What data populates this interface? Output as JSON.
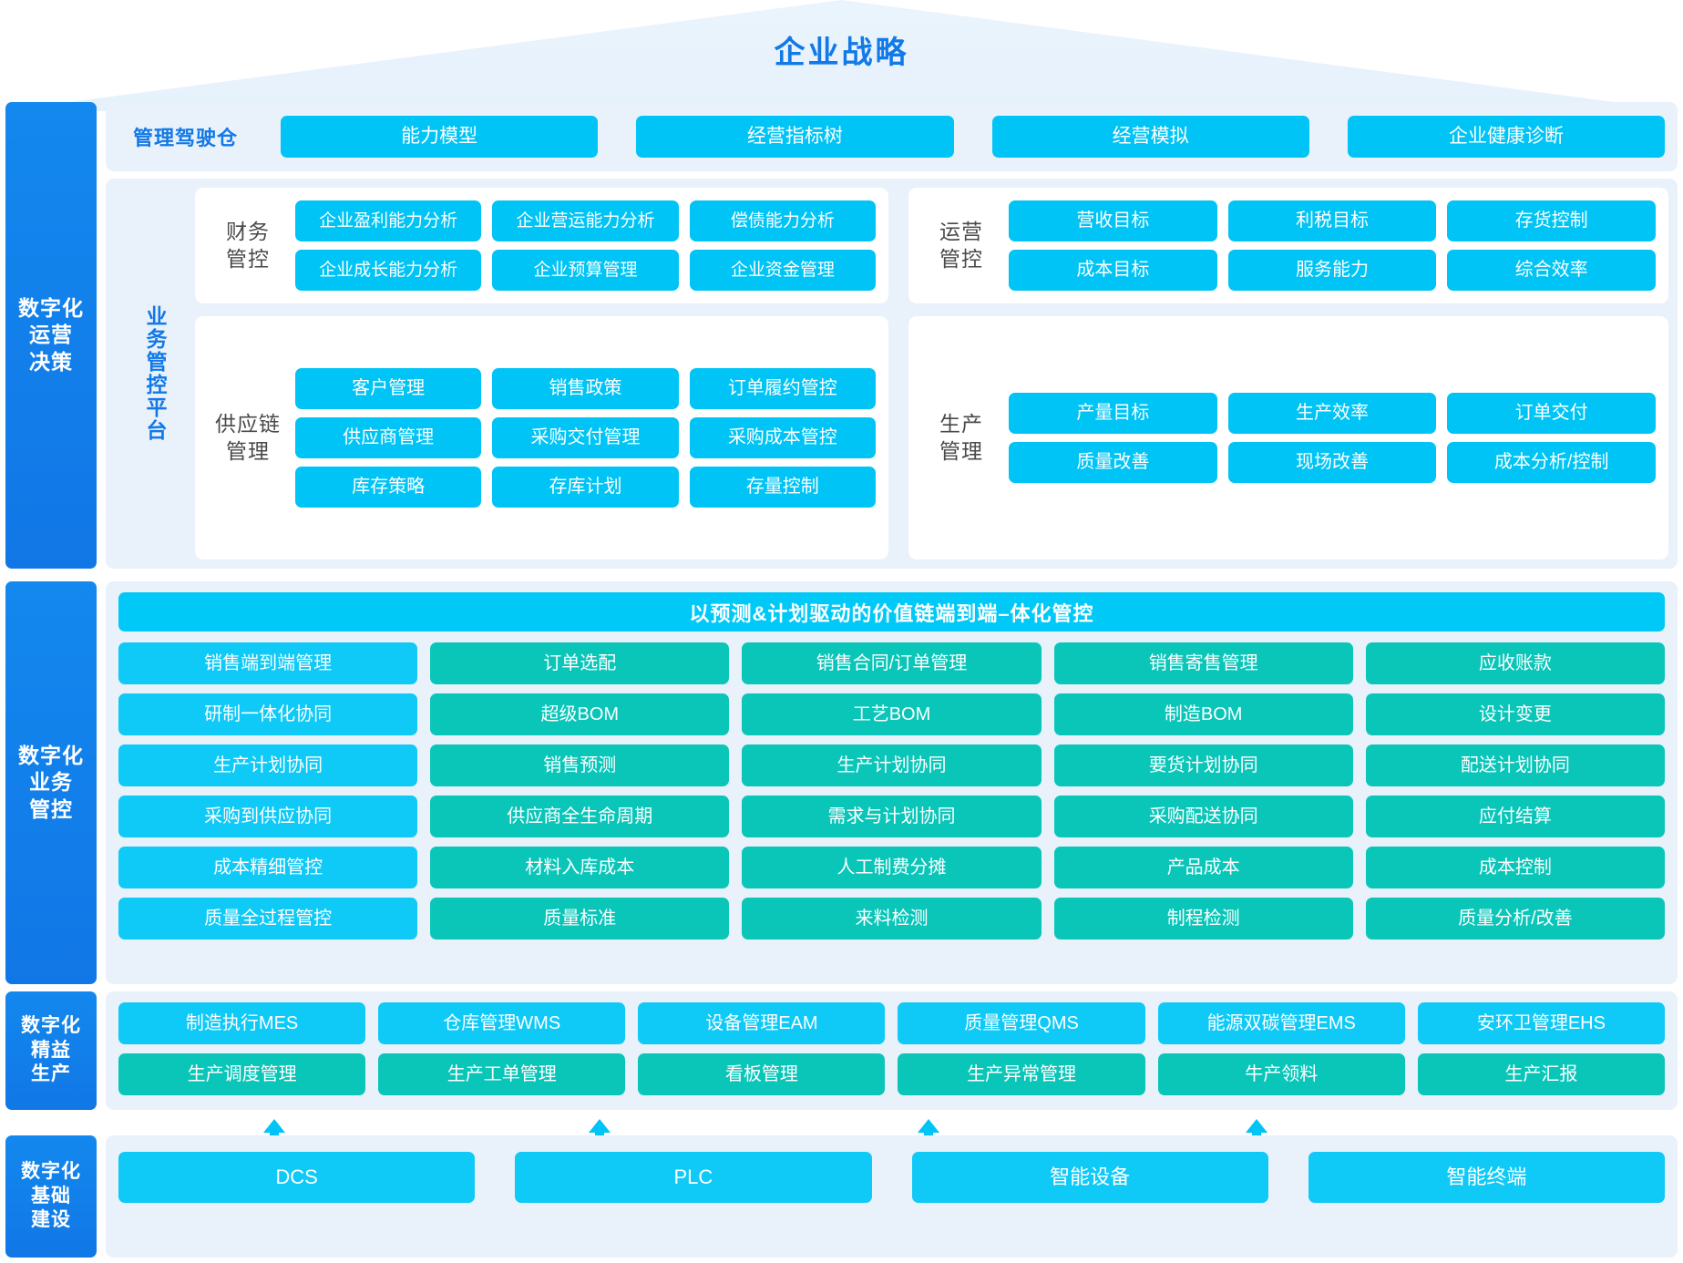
{
  "roof": {
    "title": "企业战略"
  },
  "rails": [
    {
      "name": "digital-operations-decision",
      "lines": [
        "数字化",
        "运营",
        "决策"
      ]
    },
    {
      "name": "digital-business-control",
      "lines": [
        "数字化",
        "业务",
        "管控"
      ]
    },
    {
      "name": "digital-lean-production",
      "lines": [
        "数字化",
        "精益",
        "生产"
      ]
    },
    {
      "name": "digital-infrastructure",
      "lines": [
        "数字化",
        "基础",
        "建设"
      ]
    }
  ],
  "cockpit": {
    "label": "管理驾驶仓",
    "items": [
      "能力模型",
      "经营指标树",
      "经营模拟",
      "企业健康诊断"
    ]
  },
  "business_control_platform": {
    "vertical_label": "业务管控平台",
    "panels": [
      {
        "label": "财务\n管控",
        "label_lines": [
          "财务",
          "管控"
        ],
        "rows": [
          [
            "企业盈利能力分析",
            "企业营运能力分析",
            "偿债能力分析"
          ],
          [
            "企业成长能力分析",
            "企业预算管理",
            "企业资金管理"
          ]
        ]
      },
      {
        "label_lines": [
          "运营",
          "管控"
        ],
        "rows": [
          [
            "营收目标",
            "利税目标",
            "存货控制"
          ],
          [
            "成本目标",
            "服务能力",
            "综合效率"
          ]
        ]
      },
      {
        "label_lines": [
          "供应链",
          "管理"
        ],
        "rows": [
          [
            "客户管理",
            "销售政策",
            "订单履约管控"
          ],
          [
            "供应商管理",
            "采购交付管理",
            "采购成本管控"
          ],
          [
            "库存策略",
            "存库计划",
            "存量控制"
          ]
        ]
      },
      {
        "label_lines": [
          "生产",
          "管理"
        ],
        "rows": [
          [
            "产量目标",
            "生产效率",
            "订单交付"
          ],
          [
            "质量改善",
            "现场改善",
            "成本分析/控制"
          ]
        ]
      }
    ]
  },
  "digital_business_control": {
    "banner": "以预测&计划驱动的价值链端到端–体化管控",
    "matrix": [
      [
        "销售端到端管理",
        "订单选配",
        "销售合同/订单管理",
        "销售寄售管理",
        "应收账款"
      ],
      [
        "研制一体化协同",
        "超级BOM",
        "工艺BOM",
        "制造BOM",
        "设计变更"
      ],
      [
        "生产计划协同",
        "销售预测",
        "生产计划协同",
        "要货计划协同",
        "配送计划协同"
      ],
      [
        "采购到供应协同",
        "供应商全生命周期",
        "需求与计划协同",
        "采购配送协同",
        "应付结算"
      ],
      [
        "成本精细管控",
        "材料入库成本",
        "人工制费分摊",
        "产品成本",
        "成本控制"
      ],
      [
        "质量全过程管控",
        "质量标准",
        "来料检测",
        "制程检测",
        "质量分析/改善"
      ]
    ]
  },
  "lean_production": {
    "rows": [
      [
        "制造执行MES",
        "仓库管理WMS",
        "设备管理EAM",
        "质量管理QMS",
        "能源双碳管理EMS",
        "安环卫管理EHS"
      ],
      [
        "生产调度管理",
        "生产工单管理",
        "看板管理",
        "生产异常管理",
        "牛产领料",
        "生产汇报"
      ]
    ]
  },
  "infrastructure": {
    "items": [
      "DCS",
      "PLC",
      "智能设备",
      "智能终端"
    ]
  },
  "colors": {
    "brand_blue": "#1179e8",
    "rail_blue": "#1388ee",
    "cyan": "#00c4f5",
    "teal": "#09c6b9",
    "shell_bg": "#e9f1fa",
    "panel_bg": "#ffffff"
  }
}
